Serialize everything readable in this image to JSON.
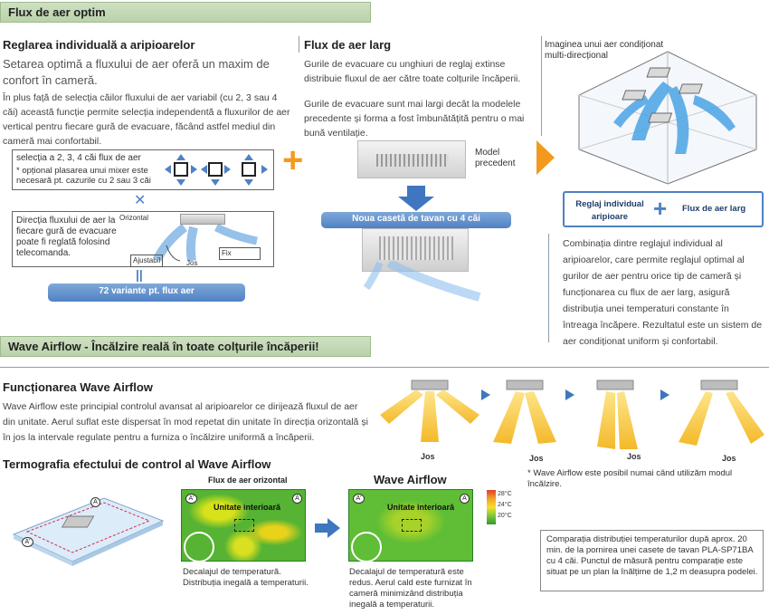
{
  "section1": {
    "title": "Flux de aer optim"
  },
  "left": {
    "heading": "Reglarea individuală a aripioarelor",
    "lead": "Setarea optimă a fluxului de aer oferă un maxim de confort în cameră.",
    "body": "În plus față de selecția căilor fluxului de aer variabil (cu 2, 3  sau 4 căi) această funcție permite selecția independentă a fluxurilor de aer vertical pentru fiecare gură de evacuare, făcând astfel mediul din cameră mai confortabil.",
    "box1_line1": "selecția a 2, 3, 4 căi flux de aer",
    "box1_line2": "* opțional plasarea unui mixer este necesară pt. cazurile cu 2 sau 3 căi",
    "cross": "✕",
    "box2_text": "Direcția fluxului de aer la fiecare gură de evacuare poate fi reglată folosind telecomanda.",
    "lbl_orizontal": "Orizontal",
    "lbl_ajustabil": "Ajustabil",
    "lbl_jos": "Jos",
    "lbl_fix": "Fix",
    "equals": "||",
    "pill": "72 variante pt. flux aer"
  },
  "plus": "+",
  "middle": {
    "heading": "Flux de aer larg",
    "p1": "Gurile de evacuare cu unghiuri de reglaj extinse distribuie fluxul de aer către toate colțurile încăperii.",
    "p2": "Gurile de evacuare sunt mai largi decât la modelele precedente și forma a fost îmbunătățită pentru o mai bună ventilație.",
    "model_label": "Model precedent",
    "pill": "Noua casetă de tavan cu 4 căi"
  },
  "right": {
    "caption": "Imaginea unui aer condiționat multi-direcțional",
    "combo_left": "Reglaj individual aripioare",
    "combo_plus": "+",
    "combo_right": "Flux de aer larg",
    "body": "Combinația dintre reglajul individual al aripioarelor, care permite reglajul optimal al gurilor de aer pentru orice tip de cameră și funcționarea cu flux de aer larg, asigură distribuția unei temperaturi constante în întreaga încăpere. Rezultatul este un sistem de aer condiționat uniform și confortabil."
  },
  "section2": {
    "title": "Wave Airflow - Încălzire reală în toate colțurile încăperii!"
  },
  "wave": {
    "heading": "Funcționarea Wave Airflow",
    "body": "Wave Airflow este principial controlul avansat al aripioarelor ce dirijează fluxul de aer din unitate. Aerul suflat este dispersat în mod repetat din unitate în direcția orizontală și în jos la intervale regulate pentru a furniza o încălzire uniformă a încăperii.",
    "jos1": "Jos",
    "jos2": "Jos",
    "jos3": "Jos",
    "jos4": "Jos",
    "note": "* Wave Airflow este posibil numai când utilizăm modul încălzire."
  },
  "thermo": {
    "heading": "Termografia efectului de control al Wave Airflow",
    "title1": "Flux de aer orizontal",
    "title2": "Wave Airflow",
    "unit1": "Unitate interioară",
    "unit2": "Unitate interioară",
    "a_mark": "A",
    "a2_mark": "A'",
    "legend": [
      "28°C",
      "24°C",
      "20°C"
    ],
    "cap1": "Decalajul de temperatură. Distribuția inegală a temperaturii.",
    "cap2": "Decalajul de temperatură este redus. Aerul cald este furnizat în cameră minimizând distribuția inegală a temperaturii.",
    "comp": "Comparația distribuției temperaturilor după aprox. 20 min. de la pornirea unei casete de tavan PLA-SP71BA cu 4 căi. Punctul de măsură pentru comparație este situat pe un plan la înălțime de 1,2 m deasupra podelei."
  },
  "colors": {
    "band": "#c5dab6",
    "accent_blue": "#4f81c3",
    "orange": "#f39a1e",
    "dark_blue_arrow": "#3e77c0"
  }
}
